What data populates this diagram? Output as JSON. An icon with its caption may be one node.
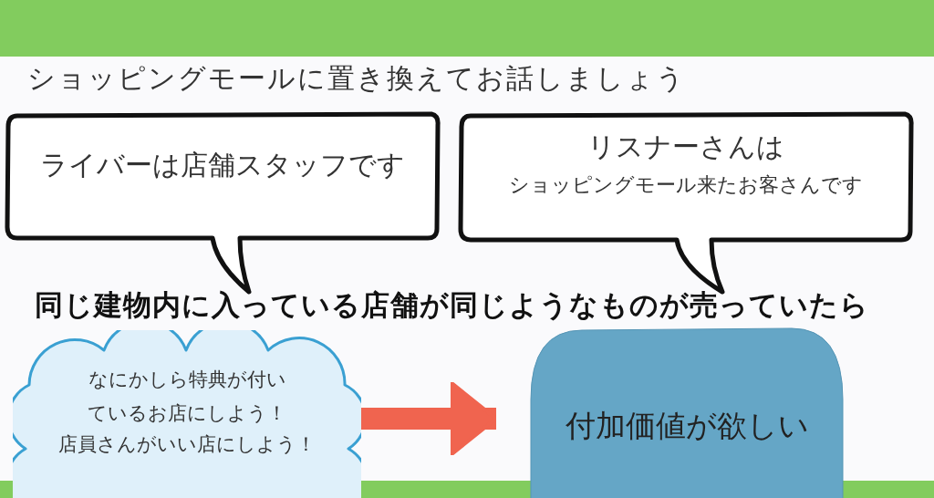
{
  "diagram": {
    "title": "ショッピングモールに置き換えてお話しましょう",
    "nodes": [
      {
        "text": [
          "ライバーは店舗スタッフです"
        ]
      },
      {
        "text": [
          "リスナーさんは",
          "ショッピングモール来たお客さんです"
        ]
      },
      {
        "text": [
          "なにかしら特典が付いているお店にしよう！",
          "店員さんがいい店にしよう！"
        ]
      },
      {
        "text": [
          "付加価値が欲しい"
        ]
      }
    ],
    "edges": [
      {
        "from": 2,
        "to": 3,
        "arrow": "to"
      }
    ],
    "labels": [
      "同じ建物内に入っている店舗が同じようなものが売っていたら"
    ]
  }
}
